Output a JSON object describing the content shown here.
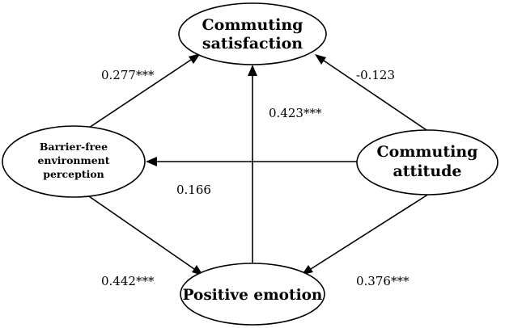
{
  "nodes": {
    "commuting_satisfaction": {
      "lines": [
        "Commuting",
        "satisfaction"
      ]
    },
    "barrier_free_perception": {
      "lines": [
        "Barrier-free",
        "environment",
        "perception"
      ]
    },
    "commuting_attitude": {
      "lines": [
        "Commuting",
        "attitude"
      ]
    },
    "positive_emotion": {
      "lines": [
        "Positive emotion"
      ]
    }
  },
  "edges": {
    "barrier_to_satisfaction": {
      "from": "barrier_free_perception",
      "to": "commuting_satisfaction",
      "coefficient": "0.277***"
    },
    "attitude_to_satisfaction": {
      "from": "commuting_attitude",
      "to": "commuting_satisfaction",
      "coefficient": "-0.123"
    },
    "emotion_to_satisfaction": {
      "from": "positive_emotion",
      "to": "commuting_satisfaction",
      "coefficient": "0.423***"
    },
    "attitude_to_barrier": {
      "from": "commuting_attitude",
      "to": "barrier_free_perception",
      "coefficient": "0.166"
    },
    "barrier_to_emotion": {
      "from": "barrier_free_perception",
      "to": "positive_emotion",
      "coefficient": "0.442***"
    },
    "attitude_to_emotion": {
      "from": "commuting_attitude",
      "to": "positive_emotion",
      "coefficient": "0.376***"
    }
  },
  "colors": {
    "line": "#000000",
    "background": "#ffffff"
  }
}
